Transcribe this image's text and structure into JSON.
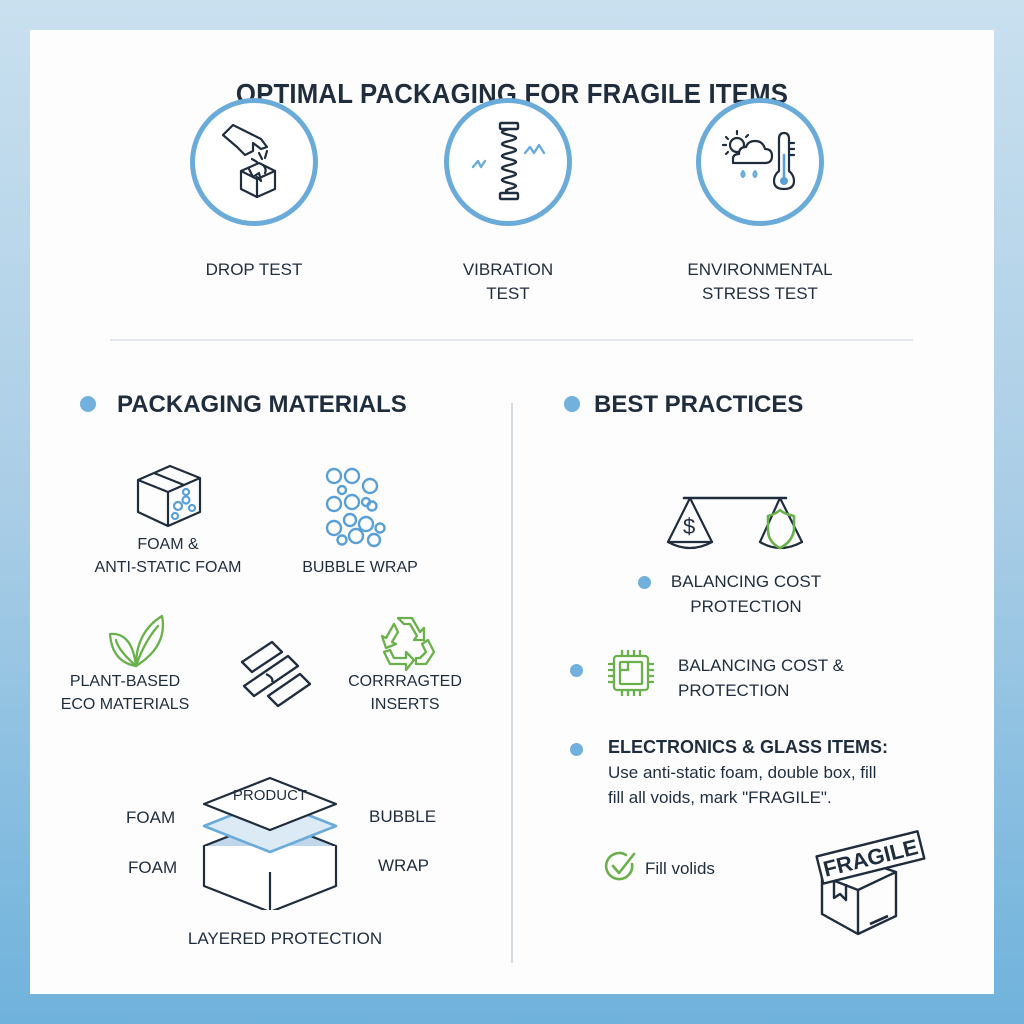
{
  "title": "OPTIMAL PACKAGING FOR FRAGILE ITEMS",
  "tests": [
    {
      "label_line1": "DROP TEST",
      "label_line2": "",
      "icon": "drop-test-icon"
    },
    {
      "label_line1": "VIBRATION",
      "label_line2": "TEST",
      "icon": "vibration-spring-icon"
    },
    {
      "label_line1": "ENVIRONMENTAL",
      "label_line2": "STRESS TEST",
      "icon": "weather-thermometer-icon"
    }
  ],
  "materials": {
    "heading": "PACKAGING MATERIALS",
    "items": [
      {
        "line1": "FOAM &",
        "line2": "ANTI-STATIC FOAM",
        "icon": "foam-box-icon"
      },
      {
        "line1": "BUBBLE WRAP",
        "line2": "",
        "icon": "bubble-wrap-icon"
      },
      {
        "line1": "PLANT-BASED",
        "line2": "ECO MATERIALS",
        "icon": "leaf-icon"
      },
      {
        "line1": "",
        "line2": "",
        "icon": "corrugated-strips-icon"
      },
      {
        "line1": "CORRRAGTED",
        "line2": "INSERTS",
        "icon": "recycle-icon"
      }
    ],
    "layered": {
      "product_label": "PRODUCT",
      "left_top": "FOAM",
      "left_bottom": "FOAM",
      "right_top": "BUBBLE",
      "right_bottom": "WRAP",
      "caption": "LAYERED PROTECTION"
    }
  },
  "best_practices": {
    "heading": "BEST PRACTICES",
    "scale_item": {
      "line1": "BALANCING COST",
      "line2": "PROTECTION"
    },
    "chip_item": {
      "line1": "BALANCING COST &",
      "line2": "PROTECTION"
    },
    "electronics": {
      "heading": "ELECTRONICS & GLASS ITEMS:",
      "line1": "Use anti-static foam, double box, fill",
      "line2": "fill all voids, mark \"FRAGILE\"."
    },
    "check_item": "Fill volids",
    "fragile_stamp": "FRAGILE"
  },
  "colors": {
    "accent_blue": "#6aabd9",
    "dark_navy": "#1f2d3d",
    "green": "#6ab04c"
  }
}
